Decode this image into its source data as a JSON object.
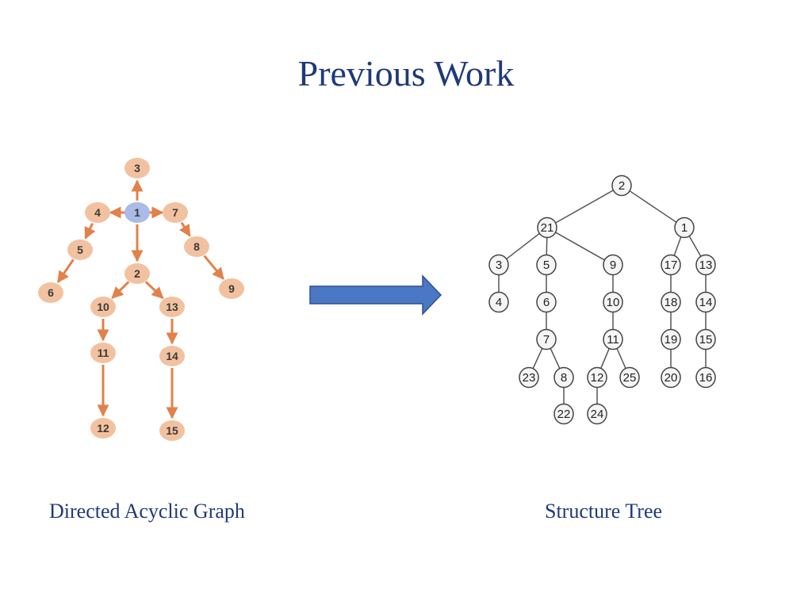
{
  "title": "Previous Work",
  "captions": {
    "left": "Directed Acyclic Graph",
    "right": "Structure Tree"
  },
  "colors": {
    "title": "#1f3a78",
    "dag_node": "#f2c2a0",
    "dag_root": "#a9bbe6",
    "dag_edge": "#e2814a",
    "arrow_fill": "#4b78c4",
    "arrow_stroke": "#2f4f8f",
    "tree_node_fill": "#f5f5f5",
    "tree_node_stroke": "#444444",
    "tree_edge": "#555555"
  },
  "dag": {
    "root": "1",
    "nodes": [
      "1",
      "2",
      "3",
      "4",
      "5",
      "6",
      "7",
      "8",
      "9",
      "10",
      "11",
      "12",
      "13",
      "14",
      "15"
    ],
    "edges": [
      [
        "1",
        "3"
      ],
      [
        "1",
        "4"
      ],
      [
        "1",
        "7"
      ],
      [
        "1",
        "2"
      ],
      [
        "4",
        "5"
      ],
      [
        "5",
        "6"
      ],
      [
        "7",
        "8"
      ],
      [
        "8",
        "9"
      ],
      [
        "2",
        "10"
      ],
      [
        "2",
        "13"
      ],
      [
        "10",
        "11"
      ],
      [
        "11",
        "12"
      ],
      [
        "13",
        "14"
      ],
      [
        "14",
        "15"
      ]
    ]
  },
  "tree": {
    "nodes": [
      "2",
      "21",
      "1",
      "3",
      "5",
      "9",
      "17",
      "13",
      "4",
      "6",
      "10",
      "18",
      "14",
      "7",
      "11",
      "19",
      "15",
      "23",
      "8",
      "12",
      "25",
      "20",
      "16",
      "22",
      "24"
    ],
    "edges": [
      [
        "2",
        "21"
      ],
      [
        "2",
        "1"
      ],
      [
        "21",
        "3"
      ],
      [
        "21",
        "5"
      ],
      [
        "21",
        "9"
      ],
      [
        "1",
        "17"
      ],
      [
        "1",
        "13"
      ],
      [
        "3",
        "4"
      ],
      [
        "5",
        "6"
      ],
      [
        "6",
        "7"
      ],
      [
        "7",
        "23"
      ],
      [
        "7",
        "8"
      ],
      [
        "8",
        "22"
      ],
      [
        "9",
        "10"
      ],
      [
        "10",
        "11"
      ],
      [
        "11",
        "12"
      ],
      [
        "11",
        "25"
      ],
      [
        "12",
        "24"
      ],
      [
        "17",
        "18"
      ],
      [
        "18",
        "19"
      ],
      [
        "19",
        "20"
      ],
      [
        "13",
        "14"
      ],
      [
        "14",
        "15"
      ],
      [
        "15",
        "16"
      ]
    ]
  }
}
